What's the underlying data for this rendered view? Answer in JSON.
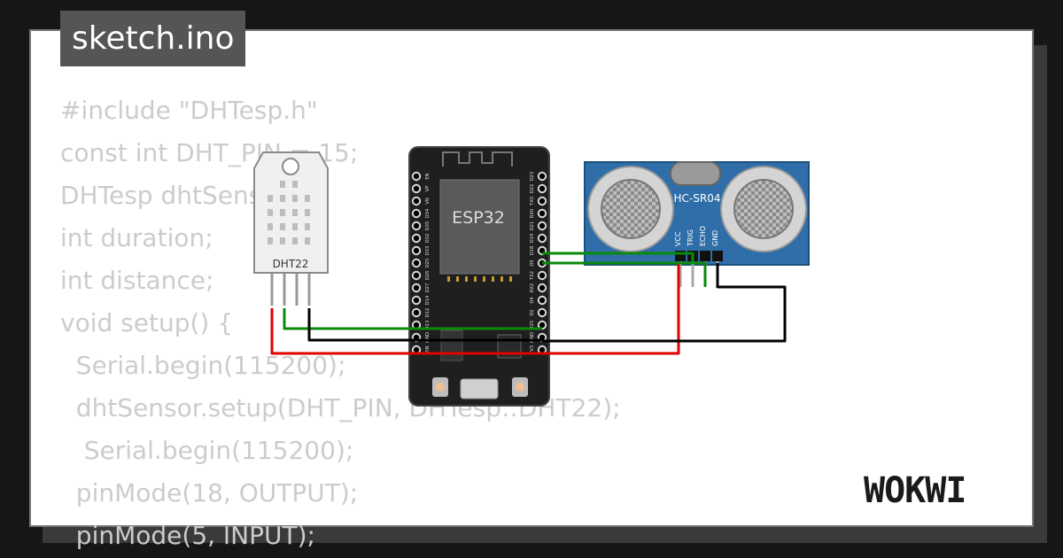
{
  "tab": {
    "filename": "sketch.ino"
  },
  "code_lines": [
    "#include \"DHTesp.h\"",
    "const int DHT_PIN = 15;",
    "DHTesp dhtSensor;",
    "int duration;",
    "int distance;",
    "void setup() {",
    "  Serial.begin(115200);",
    "  dhtSensor.setup(DHT_PIN, DHTesp::DHT22);",
    "   Serial.begin(115200);",
    "  pinMode(18, OUTPUT);",
    "  pinMode(5, INPUT);"
  ],
  "components": {
    "esp32": {
      "label": "ESP32",
      "left_pins": [
        "EN",
        "VP",
        "VN",
        "D34",
        "D35",
        "D32",
        "D33",
        "D25",
        "D26",
        "D27",
        "D14",
        "D12",
        "D13",
        "GND",
        "VIN"
      ],
      "right_pins": [
        "D23",
        "D22",
        "TX0",
        "RX0",
        "D21",
        "D19",
        "D18",
        "D5",
        "TX2",
        "RX2",
        "D4",
        "D2",
        "D15",
        "GND",
        "3V3"
      ]
    },
    "dht22": {
      "label": "DHT22"
    },
    "hcsr04": {
      "label": "HC-SR04",
      "pins": [
        "VCC",
        "TRIG",
        "ECHO",
        "GND"
      ]
    }
  },
  "colors": {
    "wire_power": "#e00000",
    "wire_ground": "#000000",
    "wire_signal": "#0a8a0a",
    "hcsr04_board": "#2f6ea8",
    "dht22_body": "#f0f0f0",
    "esp32_board": "#1f1f1f"
  },
  "brand": {
    "logo": "WOKWI",
    "logo_icon": "wokwi-wordmark"
  }
}
